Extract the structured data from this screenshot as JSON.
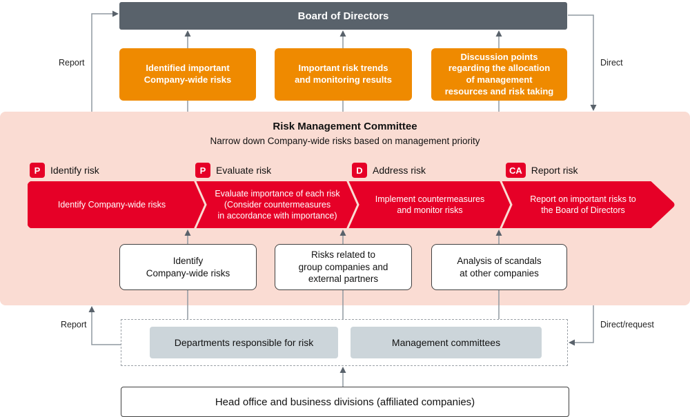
{
  "colors": {
    "slate": "#59626b",
    "orange": "#ef8a00",
    "pink": "#fadcd3",
    "red": "#e60027",
    "gray_box": "#ccd5da",
    "line": "#8f98a0"
  },
  "board": {
    "label": "Board of Directors"
  },
  "outputs": [
    {
      "label": "Identified important\nCompany-wide risks"
    },
    {
      "label": "Important risk trends\nand monitoring results"
    },
    {
      "label": "Discussion points\nregarding the allocation\nof management\nresources and risk taking"
    }
  ],
  "committee": {
    "title": "Risk Management Committee",
    "subtitle": "Narrow down Company-wide risks based on management priority",
    "phases": [
      {
        "badge": "P",
        "label": "Identify risk"
      },
      {
        "badge": "P",
        "label": "Evaluate risk"
      },
      {
        "badge": "D",
        "label": "Address risk"
      },
      {
        "badge": "CA",
        "label": "Report risk"
      }
    ],
    "process_steps": [
      {
        "label": "Identify Company-wide risks"
      },
      {
        "label": "Evaluate importance of each risk\n(Consider countermeasures\nin accordance with importance)"
      },
      {
        "label": "Implement countermeasures\nand monitor risks"
      },
      {
        "label": "Report on important risks to\nthe Board of Directors"
      }
    ],
    "inputs": [
      {
        "label": "Identify\nCompany-wide risks"
      },
      {
        "label": "Risks related to\ngroup companies and\nexternal partners"
      },
      {
        "label": "Analysis of scandals\nat other companies"
      }
    ]
  },
  "operational": {
    "items": [
      {
        "label": "Departments responsible for risk"
      },
      {
        "label": "Management committees"
      }
    ]
  },
  "base": {
    "label": "Head office and business divisions (affiliated companies)"
  },
  "edges": {
    "report_top": "Report",
    "direct": "Direct",
    "report_bottom": "Report",
    "direct_request": "Direct/request"
  }
}
